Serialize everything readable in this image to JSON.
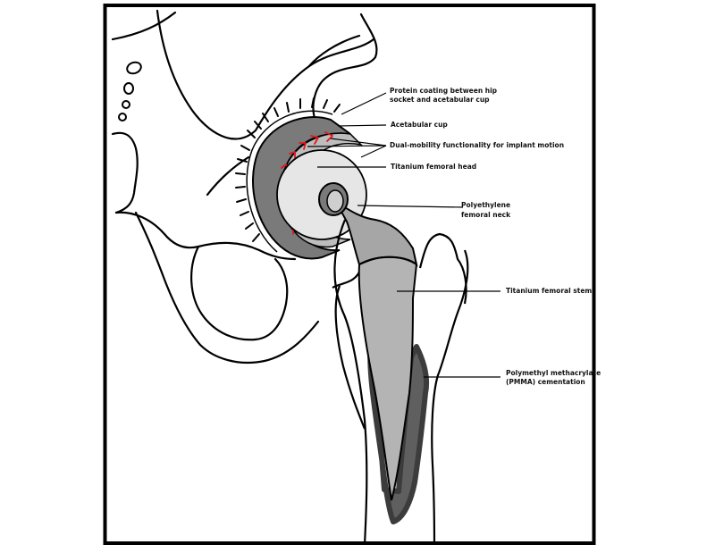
{
  "diagram": {
    "labels": {
      "protein_coating_line1": "Protein coating between hip",
      "protein_coating_line2": "socket and acetabular cup",
      "acetabular_cup": "Acetabular cup",
      "dual_mobility": "Dual-mobility functionality for implant motion",
      "femoral_head": "Titanium femoral head",
      "femoral_neck_line1": "Polyethylene",
      "femoral_neck_line2": "femoral neck",
      "femoral_stem": "Titanium femoral stem",
      "cement_line1": "Polymethyl methacrylate",
      "cement_line2": "(PMMA) cementation"
    },
    "colors": {
      "outline": "#000000",
      "cup": "#7a7a7a",
      "liner": "#bdbdbd",
      "head": "#e6e6e6",
      "stem": "#b4b4b4",
      "cement": "#5f5f5f",
      "motion_arrows": "#e0181c"
    }
  }
}
